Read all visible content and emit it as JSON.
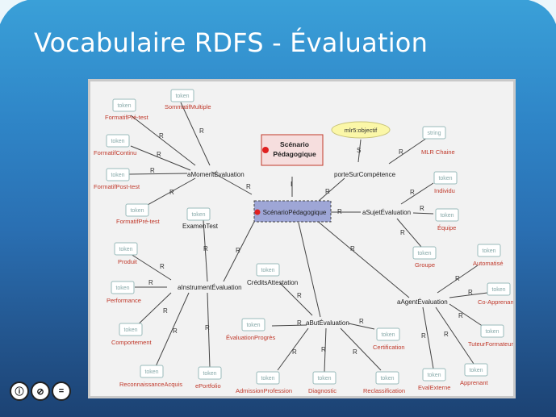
{
  "slide": {
    "title": "Vocabulaire RDFS - Évaluation",
    "license_icons": [
      "cc-by-icon",
      "cc-nc-icon",
      "cc-nd-icon"
    ]
  },
  "diagram": {
    "scenario_class": [
      "Scénario",
      "Pédagogique"
    ],
    "center_label": "ScénarioPédagogique",
    "nodes": {
      "a_moment": "aMomentÉvaluation",
      "porte": "porteSurCompétence",
      "a_sujet": "aSujetÉvaluation",
      "a_instrument": "aInstrumentÉvaluation",
      "a_but": "aButÉvaluation",
      "a_agent": "aAgentÉvaluation",
      "objectif": "mlr5:objectif",
      "credits": "CréditsAttestation",
      "examen": "ExamenTest"
    },
    "token": "token",
    "string": "string",
    "edge_R": "R",
    "edge_S": "S",
    "edge_I": "I",
    "red_labels": {
      "sommatif": "SommatifMultiple",
      "formatif_pre1": "FormatifPré-test",
      "formatif_cont": "FormatifContinu",
      "formatif_post": "FormatifPost-test",
      "formatif_pre2": "FormatifPré-test",
      "mlr_chaine": "MLR Chaine",
      "individu": "Individu",
      "equipe": "Équipe",
      "groupe": "Groupe",
      "produit": "Produit",
      "performance": "Performance",
      "comportement": "Comportement",
      "reconnaissance": "ReconnaissanceAcquis",
      "eportfolio": "ePortfolio",
      "evaluation_progres": "ÉvaluationProgrès",
      "certification": "Certification",
      "admission": "AdmissionProfession",
      "diagnostic": "Diagnostic",
      "reclassification": "Reclassification",
      "automatise": "Automatisé",
      "co_apprenant": "Co-Apprenant",
      "tuteur": "TuteurFormateur",
      "evalexterne": "EvalExterne",
      "apprenant": "Apprenant"
    }
  }
}
